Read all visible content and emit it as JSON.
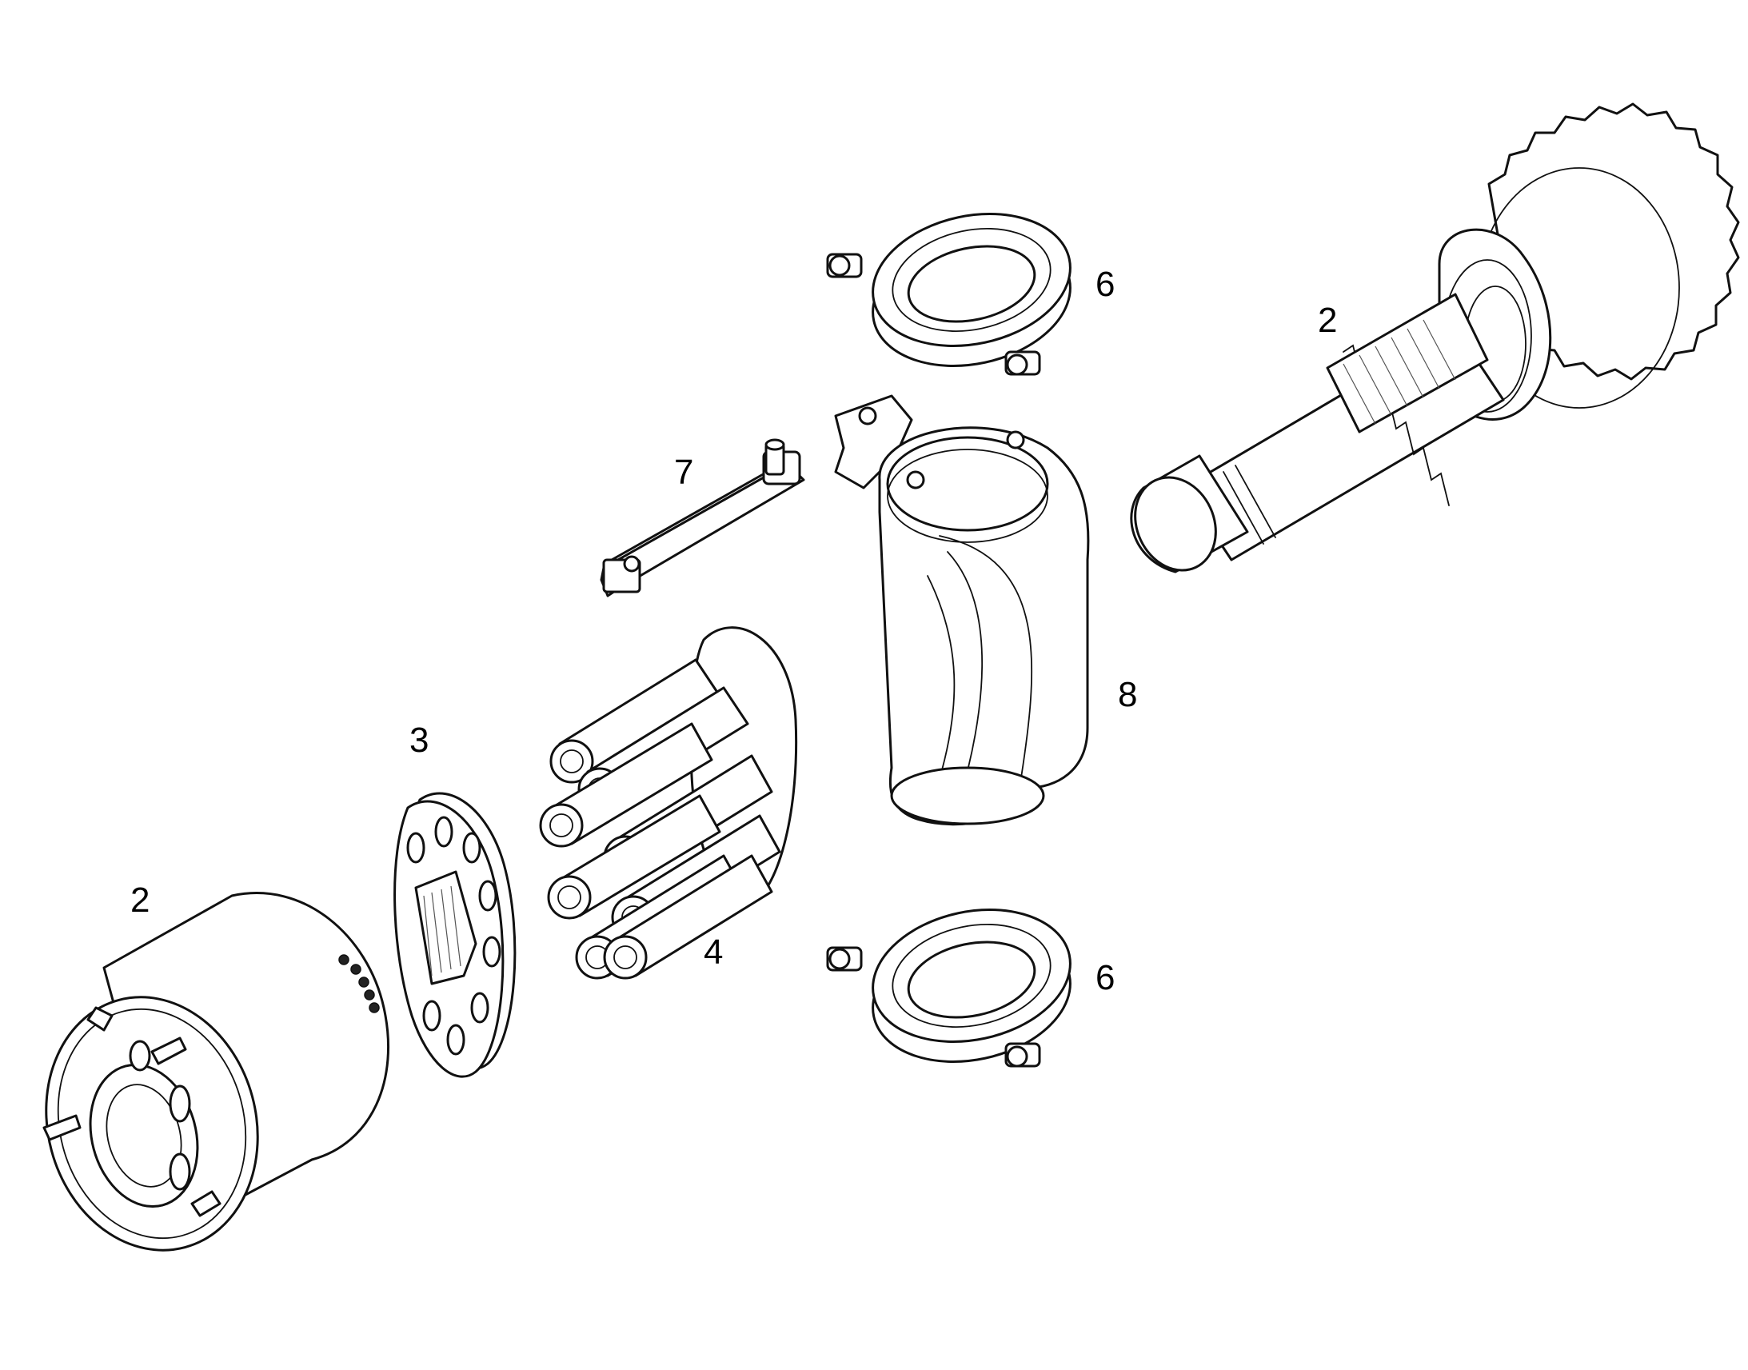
{
  "callouts": {
    "cylinder_block": "2",
    "valve_plate": "3",
    "pistons": "4",
    "bearing_top": "6",
    "bearing_bottom": "6",
    "link_arm": "7",
    "yoke": "8",
    "drive_shaft": "2"
  },
  "colors": {
    "line": "#111111",
    "background": "#ffffff"
  }
}
